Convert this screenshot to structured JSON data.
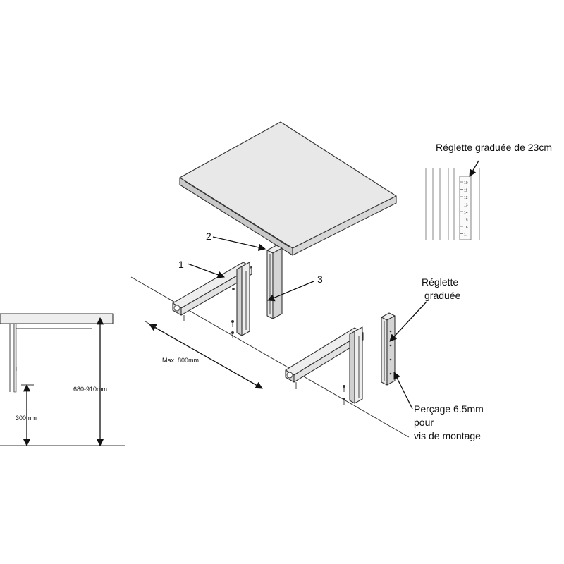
{
  "callouts": {
    "part1": "1",
    "part2": "2",
    "part3": "3"
  },
  "labels": {
    "ruler_23cm": "Réglette graduée de 23cm",
    "ruler_line1": "Réglette",
    "ruler_line2": "graduée",
    "drill_line1": "Perçage 6.5mm",
    "drill_line2": "pour",
    "drill_line3": "vis de montage",
    "max_span": "Max. 800mm",
    "height_range": "680-910mm",
    "bottom_height": "300mm"
  },
  "ruler_ticks": [
    "10",
    "11",
    "12",
    "13",
    "14",
    "15",
    "16",
    "17"
  ],
  "colors": {
    "tabletop_top": "#e8e8e8",
    "tabletop_side": "#c9c9c9",
    "bracket_face": "#eeeeee",
    "bracket_side": "#cfcfcf",
    "line": "#333333"
  }
}
